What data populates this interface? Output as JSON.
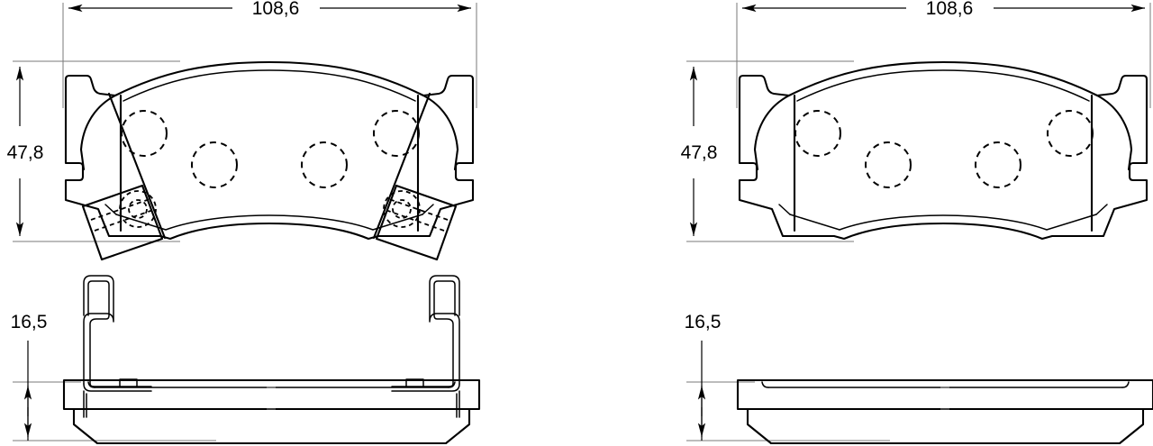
{
  "drawing": {
    "title": "Brake pad dimensional drawing",
    "units": "mm",
    "decimal_separator": ",",
    "line_color": "#000000",
    "background_color": "#ffffff",
    "extension_line_color": "#7a7a7a"
  },
  "views": {
    "left_front": {
      "name": "Brake pad front view with retaining clips",
      "width_dimension": "108,6",
      "height_dimension": "47,8",
      "hidden_hole_count": 6,
      "has_angled_tabs": true
    },
    "left_side": {
      "name": "Brake pad side view with spring clips",
      "thickness_dimension": "16,5",
      "spring_clip_count": 2
    },
    "right_front": {
      "name": "Brake pad front view plain",
      "width_dimension": "108,6",
      "height_dimension": "47,8",
      "hidden_hole_count": 4,
      "has_angled_tabs": false
    },
    "right_side": {
      "name": "Brake pad side view plain",
      "thickness_dimension": "16,5",
      "spring_clip_count": 0
    }
  },
  "dimensions": {
    "top_left_width": "108,6",
    "top_right_width": "108,6",
    "left_height": "47,8",
    "right_height": "47,8",
    "left_thickness": "16,5",
    "right_thickness": "16,5"
  }
}
